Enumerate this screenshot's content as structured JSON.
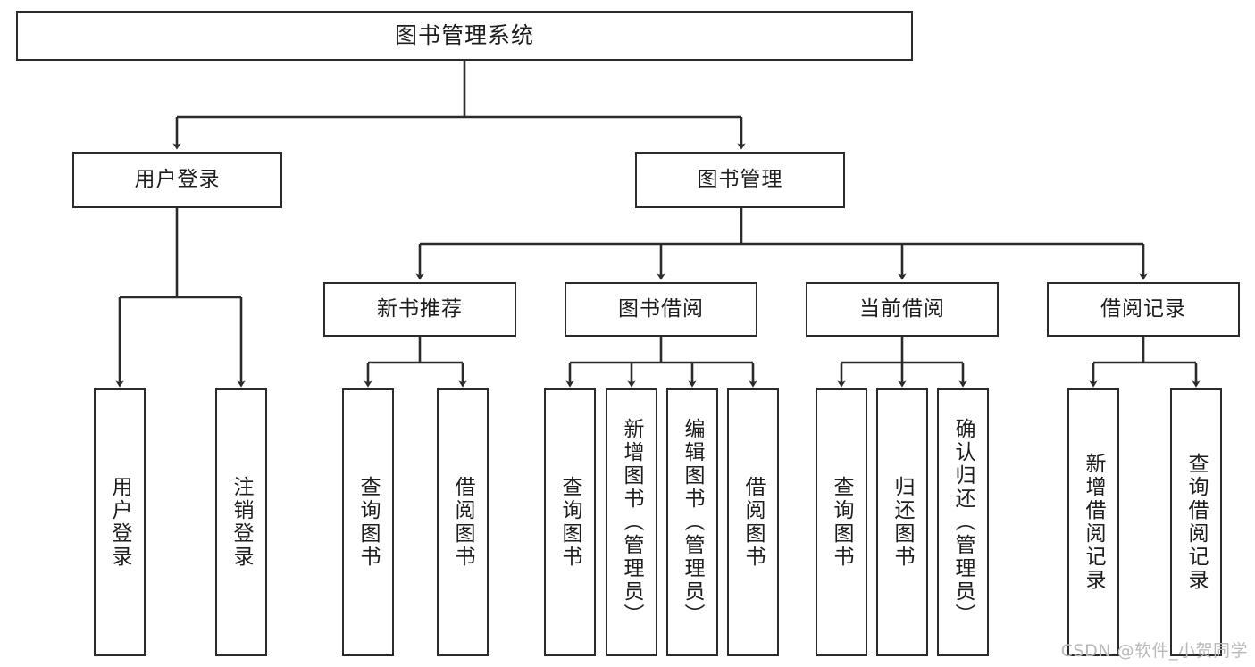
{
  "diagram": {
    "title": "图书管理系统",
    "type": "tree-hierarchy-chart",
    "orientation": "top-down",
    "colors": {
      "stroke": "#2b2b2b",
      "fill": "#ffffff",
      "text": "#1d1d1d",
      "watermark": "#b9b9b9"
    },
    "root": {
      "label": "图书管理系统"
    },
    "level2": [
      {
        "label": "用户登录"
      },
      {
        "label": "图书管理"
      }
    ],
    "level3": [
      {
        "label": "新书推荐"
      },
      {
        "label": "图书借阅"
      },
      {
        "label": "当前借阅"
      },
      {
        "label": "借阅记录"
      }
    ],
    "leaves": {
      "user_login": [
        {
          "label": "用户登录"
        },
        {
          "label": "注销登录"
        }
      ],
      "new_book_recommend": [
        {
          "label": "查询图书"
        },
        {
          "label": "借阅图书"
        }
      ],
      "book_borrow": [
        {
          "label": "查询图书"
        },
        {
          "label": "新增图书（管理员）"
        },
        {
          "label": "编辑图书（管理员）"
        },
        {
          "label": "借阅图书"
        }
      ],
      "current_borrow": [
        {
          "label": "查询图书"
        },
        {
          "label": "归还图书"
        },
        {
          "label": "确认归还（管理员）"
        }
      ],
      "borrow_record": [
        {
          "label": "新增借阅记录"
        },
        {
          "label": "查询借阅记录"
        }
      ]
    }
  },
  "watermark": {
    "text": "CSDN @软件_小贺同学"
  }
}
